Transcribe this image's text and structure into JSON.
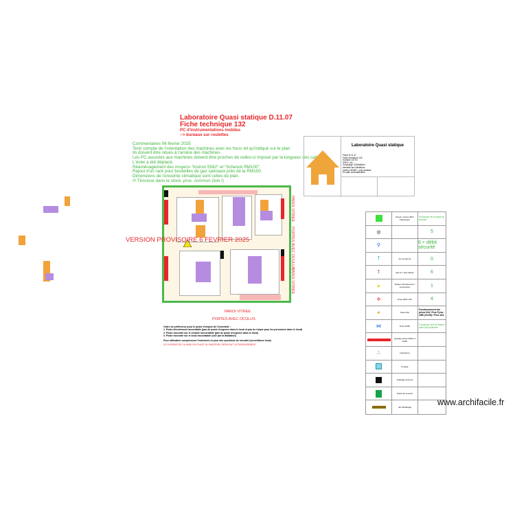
{
  "header": {
    "title_line1": "Laboratoire Quasi statique D.11.07",
    "title_line2": "Fiche technique 132",
    "subtitle_line1": "PC d'instrumentations mobiles",
    "subtitle_line2": "--> bureaux sur roulettes"
  },
  "comments": [
    "Commentaires 06 février 2025",
    "Tenir compte de l'orientation des machines avec les fours tel qu'indiqué sur le plan",
    "Ils doivent être situés à l'arrière des machines",
    "Les PC associés aux machines doivent être proches de celles-ci imposé par la longueur des cables",
    "L'évier a été déplacé.",
    "Réaménagement des moyens \"Instron 5582\" et \"Schenck RM100\".",
    "Rajout d'un rack pour bouteilles de gaz spéciaux près de la RM100.",
    "Dimensions de l'enceinte climatique sont celles du plan.",
    "/!\\ Tirocisse dans le stock. prox. commun (loin !)"
  ],
  "cartouche": {
    "title": "Laboratoire Quasi statique",
    "info": [
      "Pièce D.11.07",
      "Fiche technique 132",
      "Surface 120 m²",
      "PSPV: 4m",
      "Surcharge 1100daN/m²",
      "sensible aux vibrations",
      "portes 140x80 + poly-châssis",
      "en salle reconditionnée"
    ],
    "icon": "house-icon"
  },
  "plan": {
    "version_label": "VERSION PROVISOIRE  6 FEVRIER 2025",
    "labels": {
      "paroi_vitree_right_top": "PAROI VITREE",
      "portes_avec_oculus_right": "PORTES AVEC OCULUS",
      "paroi_vitree_right_bottom": "PAROI VITREE",
      "portes_avec_oculus_bottom": "PORTES AVEC OCULUS",
      "paroi_vitree_bottom": "PAROI VITREE"
    },
    "colors": {
      "wall": "#4bb84b",
      "floor": "#fdf6e4",
      "machine": "#b58ce0",
      "oven": "#f2a23a",
      "alert": "#e8262a"
    }
  },
  "notes": {
    "lines": [
      "Ordre de préférence pour le poste d'emploi de l'ensemble :",
      "1. Poste directement raccordable (pas de poste d'urgence dans le local et pas de risque pour les personnes dans le local)",
      "2. Poste raccordé sur le module raccordable (pas de poste d'urgence dans le local)",
      "3. Poste raccordé sur le local raccordable (voir par la dilatation)",
      "Pour utilisation compresseur l'isolement et pour des questions de sécurité (surveillance local)"
    ],
    "red_line": "LE DOSSIER DE LA MISE EN PLACE DU MATERIEL SERA FAIT ULTERIEUREMENT"
  },
  "legend": {
    "rows": [
      {
        "icon": "green-square-icon",
        "desc": "Circuit / Cuivre 48V / Télérupteur",
        "value": "Production de la phase de secours",
        "value_style": "small"
      },
      {
        "icon": "socket-icon",
        "desc": "",
        "value": "5",
        "value_style": "big"
      },
      {
        "icon": "fluid-outlet-icon",
        "desc": "",
        "value": "6 + débit sécurité",
        "value_style": "big"
      },
      {
        "icon": "gas-icon",
        "desc": "Air comprimé",
        "value": "0",
        "value_style": "big"
      },
      {
        "icon": "gas-bottle-icon",
        "desc": "Gaz Ar / Gaz hélium",
        "value": "6",
        "value_style": "big"
      },
      {
        "icon": "warning-icon",
        "desc": "Risque d'écrasement / surpression",
        "value": "1",
        "value_style": "big"
      },
      {
        "icon": "emergency-stop-icon",
        "desc": "Prise 400V 16A",
        "value": "4",
        "value_style": "big"
      },
      {
        "icon": "power-outlet-icon",
        "desc": "Prise 32A",
        "value": "Fonctionnement des prises 32A / Pour Pyrox 1980 (16 kW) / Prise 16A",
        "value_style": "dark"
      },
      {
        "icon": "network-icon",
        "desc": "Prise RJ45",
        "value": "Connexion avec le réseau / prise 32A protection",
        "value_style": "small"
      },
      {
        "icon": "power-strip-icon",
        "desc": "goulotte prises 230V et RJ45",
        "value": "",
        "value_style": "small"
      },
      {
        "icon": "lamp-icon",
        "desc": "Interphone",
        "value": "",
        "value_style": "small"
      },
      {
        "icon": "clock-icon",
        "desc": "horloge",
        "value": "",
        "value_style": "small"
      },
      {
        "icon": "light-icon",
        "desc": "éclairage secours",
        "value": "",
        "value_style": "small"
      },
      {
        "icon": "emergency-exit-icon",
        "desc": "Sortie de secours",
        "value": "",
        "value_style": "small"
      },
      {
        "icon": "rail-icon",
        "desc": "rail d'éclairage",
        "value": "",
        "value_style": "small"
      }
    ]
  },
  "watermark": "www.archifacile.fr"
}
